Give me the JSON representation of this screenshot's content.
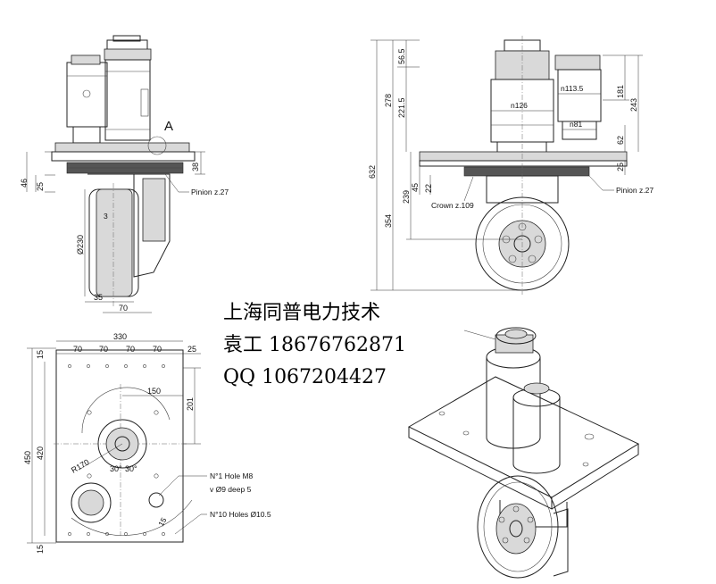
{
  "contact": {
    "company": "上海同普电力技术",
    "person_phone": "袁工 18676762871",
    "qq": "QQ 1067204427"
  },
  "side_view": {
    "detail_label": "A",
    "dims": {
      "d46": "46",
      "d25": "25",
      "d38": "38",
      "d230": "Ø230",
      "d3": "3",
      "d35": "35",
      "d70": "70"
    },
    "pinion": "Pinion z.27"
  },
  "front_view": {
    "dims": {
      "d56_5": "56.5",
      "d278": "278",
      "d221_5": "221.5",
      "d632": "632",
      "d45": "45",
      "d22": "22",
      "d239": "239",
      "d354": "354",
      "d181": "181",
      "d243": "243",
      "d62": "62",
      "d25": "25",
      "n113_5": "n113.5",
      "n126": "n126",
      "n81": "n81"
    },
    "crown": "Crown z.109",
    "pinion": "Pinion z.27"
  },
  "plan_view": {
    "dims": {
      "w330": "330",
      "s70a": "70",
      "s70b": "70",
      "s70c": "70",
      "s70d": "70",
      "s25": "25",
      "h15t": "15",
      "h450": "450",
      "h420": "420",
      "h15b": "15",
      "d150": "150",
      "d201": "201",
      "r170": "R170",
      "a30a": "30°",
      "a30b": "30°",
      "s15": "15"
    },
    "note_hole1": "N°1 Hole M8",
    "note_hole1b": "v Ø9 deep 5",
    "note_hole10": "N°10 Holes Ø10.5"
  }
}
